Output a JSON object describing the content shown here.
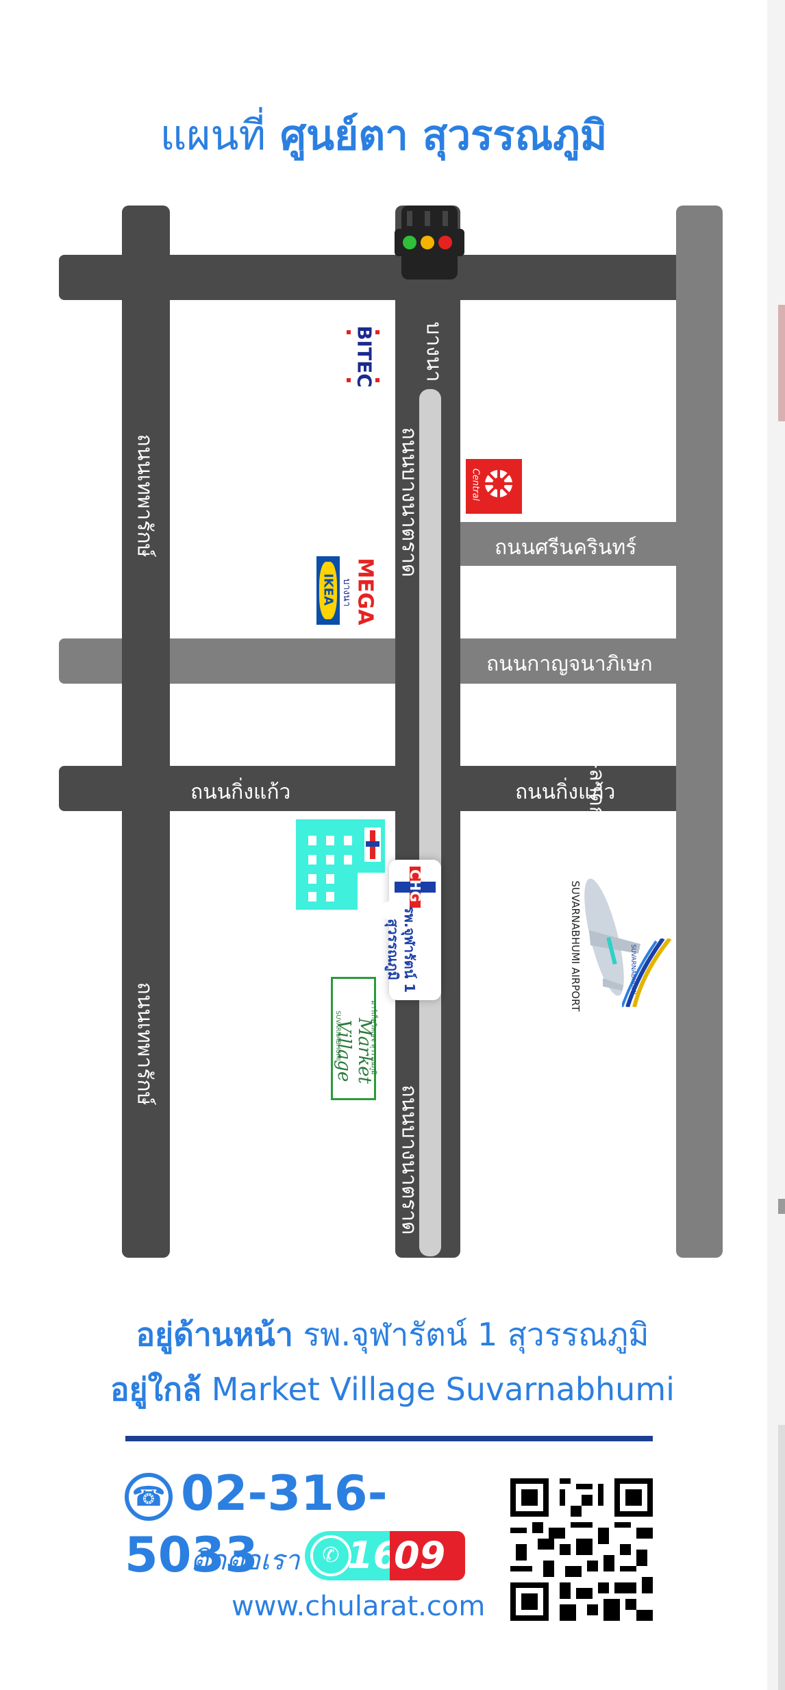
{
  "header": {
    "title_prefix": "แผนที่",
    "title_main": "ศูนย์ตา สุวรรณภูมิ"
  },
  "map": {
    "roads": {
      "theparak_upper": "ถนนเทพารักษ์",
      "theparak_lower": "ถนนเทพารักษ์",
      "bangna_trad_upper": "ถนนบางนาตราด",
      "bangna_trad_lower": "ถนนบางนาตราด",
      "bangna": "บางนา",
      "srinakarin": "ถนนศรีนครินทร์",
      "kanchanaphisek": "ถนนกาญจนาภิเษก",
      "kingkaew_left": "ถนนกิ่งแก้ว",
      "kingkaew_right": "ถนนกิ่งแก้ว",
      "motorway": "กรุงเทพ-ลาดกระบัง (มอเตอร์เวย์)"
    },
    "landmarks": {
      "bitec": "BITEC",
      "central": "Central",
      "mega": "MEGA",
      "mega_sub": "บางนา",
      "ikea": "IKEA",
      "hospital_badge": "CHG",
      "hospital_name": "รพ.จุฬารัตน์ 1",
      "hospital_branch": "สุวรรณภูมิ",
      "market_thai": "มาร์เก็ตวิลเลจ สุวรรณภูมิ",
      "market_name": "Market Village",
      "market_sub": "SUVARNABHUMI",
      "airport": "SUVARNABHUMI AIRPORT",
      "airport_logo": "SUVARNABHUMI"
    }
  },
  "info": {
    "line1_bold": "อยู่ด้านหน้า",
    "line1_rest": "รพ.จุฬารัตน์ 1 สุวรรณภูมิ",
    "line2_bold": "อยู่ใกล้",
    "line2_rest": "Market Village Suvarnabhumi"
  },
  "contact": {
    "phone": "02-316-5033",
    "label": "ติดต่อเรา",
    "hotline_a": "16",
    "hotline_b": "09",
    "website": "www.chularat.com"
  },
  "colors": {
    "accent": "#2b7fe0",
    "road_dark": "#4a4a4a",
    "road_gray": "#7f7f7f",
    "divider": "#1d3f91",
    "building": "#3ff0dc"
  }
}
